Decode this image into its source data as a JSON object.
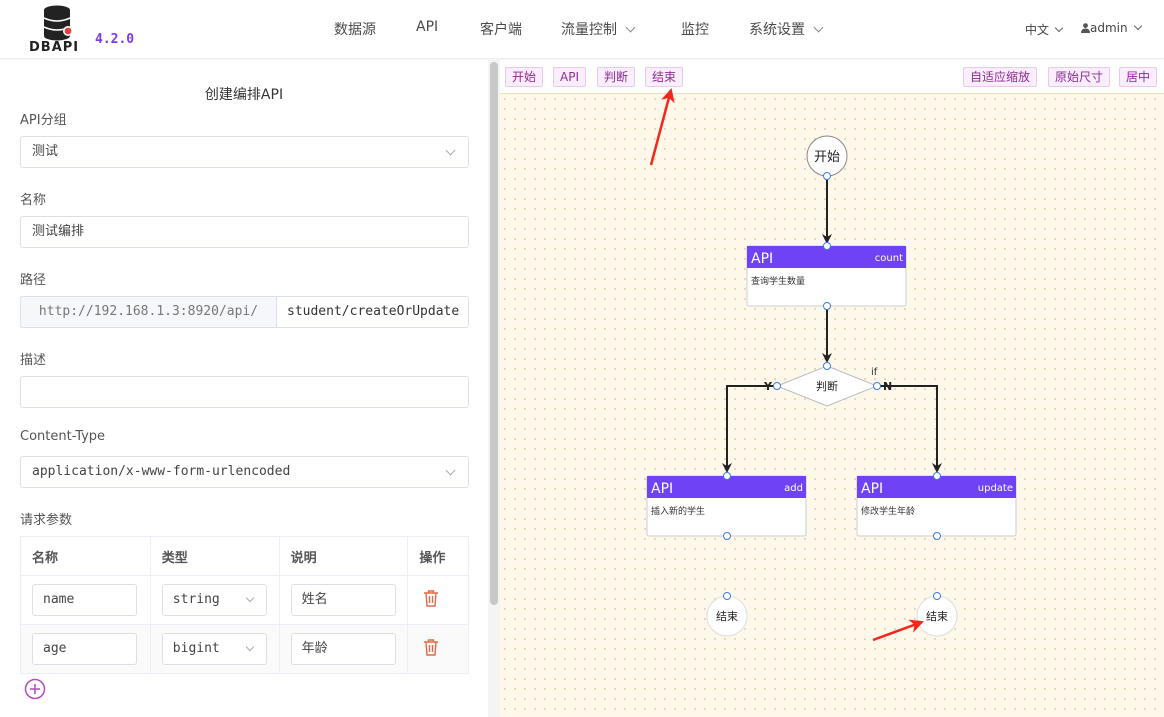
{
  "header": {
    "logo_text": "DBAPI",
    "version": "4.2.0",
    "nav": [
      "数据源",
      "API",
      "客户端",
      "流量控制",
      "监控",
      "系统设置"
    ],
    "language": "中文",
    "user": "admin"
  },
  "form": {
    "title": "创建编排API",
    "group_label": "API分组",
    "group_value": "测试",
    "name_label": "名称",
    "name_value": "测试编排",
    "path_label": "路径",
    "path_prefix": "http://192.168.1.3:8920/api/",
    "path_value": "student/createOrUpdate",
    "desc_label": "描述",
    "desc_value": "",
    "content_type_label": "Content-Type",
    "content_type_value": "application/x-www-form-urlencoded",
    "params_label": "请求参数",
    "params_headers": [
      "名称",
      "类型",
      "说明",
      "操作"
    ],
    "params": [
      {
        "name": "name",
        "type": "string",
        "desc": "姓名"
      },
      {
        "name": "age",
        "type": "bigint",
        "desc": "年龄"
      }
    ]
  },
  "toolbar": {
    "left": [
      "开始",
      "API",
      "判断",
      "结束"
    ],
    "right": [
      "自适应缩放",
      "原始尺寸",
      "居中"
    ]
  },
  "flow": {
    "start_label": "开始",
    "api_count": {
      "title": "API",
      "tag": "count",
      "desc": "查询学生数量"
    },
    "decision": {
      "label": "判断",
      "if_label": "if",
      "yes": "Y",
      "no": "N"
    },
    "api_add": {
      "title": "API",
      "tag": "add",
      "desc": "插入新的学生"
    },
    "api_update": {
      "title": "API",
      "tag": "update",
      "desc": "修改学生年龄"
    },
    "end_left": "结束",
    "end_right": "结束"
  },
  "colors": {
    "accent": "#7c3aed",
    "node_header": "#6f42f5",
    "annotation_arrow": "#f0281e",
    "toolbar_text": "#8a2d92"
  },
  "icons": [
    "logo-database-icon",
    "chevron-down-icon",
    "user-icon",
    "trash-icon",
    "add-circle-icon",
    "annotation-arrow"
  ]
}
